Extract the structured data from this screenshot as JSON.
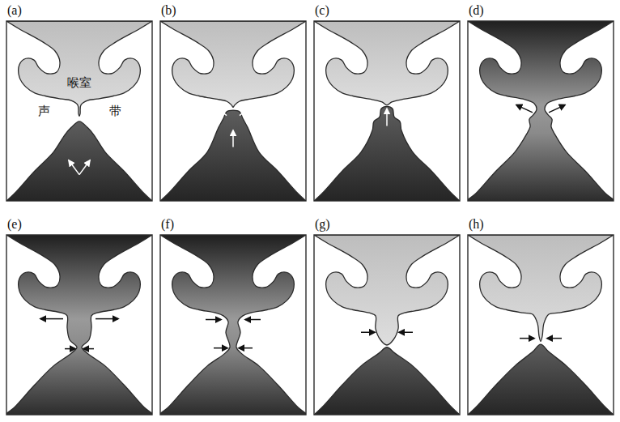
{
  "diagram": {
    "labels": [
      "(a)",
      "(b)",
      "(c)",
      "(d)",
      "(e)",
      "(f)",
      "(g)",
      "(h)",
      "喉室",
      "声",
      "带"
    ]
  }
}
